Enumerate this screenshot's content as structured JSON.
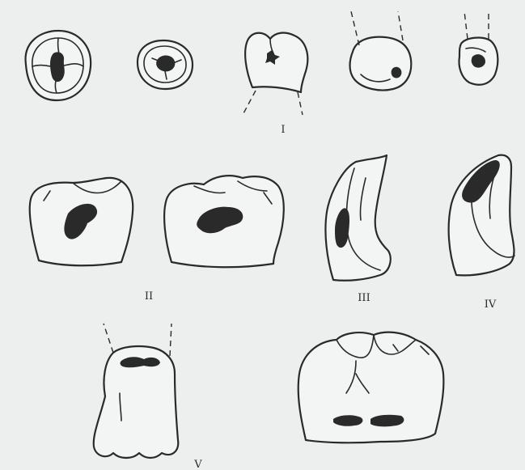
{
  "figure": {
    "group_labels": {
      "g1": "I",
      "g2": "II",
      "g3": "III",
      "g4": "IV",
      "g5": "V"
    }
  }
}
